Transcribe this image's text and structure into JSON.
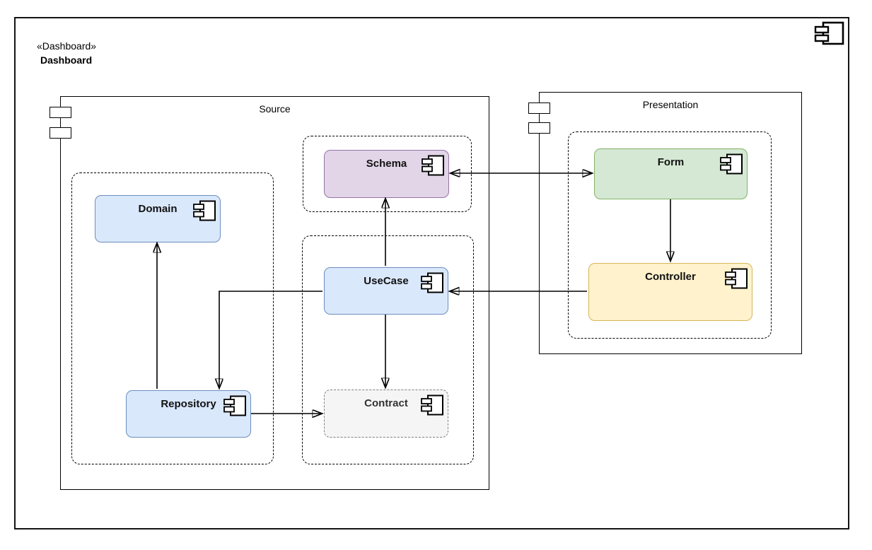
{
  "page": {
    "stereotype": "«Dashboard»",
    "title": "Dashboard"
  },
  "packages": {
    "source": {
      "label": "Source"
    },
    "presentation": {
      "label": "Presentation"
    }
  },
  "components": {
    "schema": {
      "label": "Schema",
      "fill": "#e1d5e7",
      "border": "#9673a6",
      "group": "source"
    },
    "domain": {
      "label": "Domain",
      "fill": "#dae8fc",
      "border": "#6c8ebf",
      "group": "source"
    },
    "usecase": {
      "label": "UseCase",
      "fill": "#dae8fc",
      "border": "#6c8ebf",
      "group": "source"
    },
    "repository": {
      "label": "Repository",
      "fill": "#dae8fc",
      "border": "#6c8ebf",
      "group": "source"
    },
    "contract": {
      "label": "Contract",
      "fill": "#f5f5f5",
      "border": "#808080",
      "border_style": "dashed",
      "group": "source"
    },
    "form": {
      "label": "Form",
      "fill": "#d5e8d4",
      "border": "#82b366",
      "group": "presentation"
    },
    "controller": {
      "label": "Controller",
      "fill": "#fff2cc",
      "border": "#d6b656",
      "group": "presentation"
    }
  },
  "edges": [
    {
      "from": "Schema",
      "to": "Form",
      "direction": "bidirectional"
    },
    {
      "from": "UseCase",
      "to": "Schema",
      "direction": "one-way"
    },
    {
      "from": "Form",
      "to": "Controller",
      "direction": "one-way"
    },
    {
      "from": "Controller",
      "to": "UseCase",
      "direction": "one-way"
    },
    {
      "from": "UseCase",
      "to": "Contract",
      "direction": "one-way"
    },
    {
      "from": "UseCase",
      "to": "Repository",
      "direction": "one-way"
    },
    {
      "from": "Repository",
      "to": "Domain",
      "direction": "one-way"
    },
    {
      "from": "Repository",
      "to": "Contract",
      "direction": "one-way"
    }
  ],
  "icons": {
    "component": "uml-component-icon"
  }
}
